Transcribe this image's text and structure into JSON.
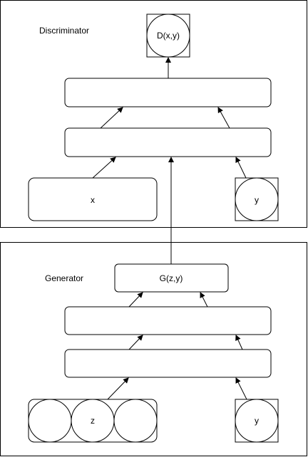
{
  "discriminator": {
    "title": "Discriminator",
    "output_label": "D(x,y)",
    "input_x_label": "x",
    "input_y_label": "y"
  },
  "generator": {
    "title": "Generator",
    "output_label": "G(z,y)",
    "input_z_label": "z",
    "input_y_label": "y"
  },
  "colors": {
    "stroke": "#000000",
    "fill": "#ffffff"
  }
}
